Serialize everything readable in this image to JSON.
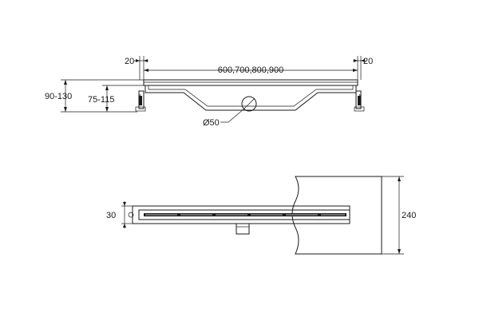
{
  "elevation_view": {
    "dim_end_left": "20",
    "dim_end_right": "20",
    "dim_lengths": "600,700,800,900",
    "dim_height_outer": "90-130",
    "dim_height_inner": "75-115",
    "dim_outlet_diameter": "Ø50"
  },
  "plan_view": {
    "dim_width": "30",
    "dim_wall_height": "240"
  }
}
